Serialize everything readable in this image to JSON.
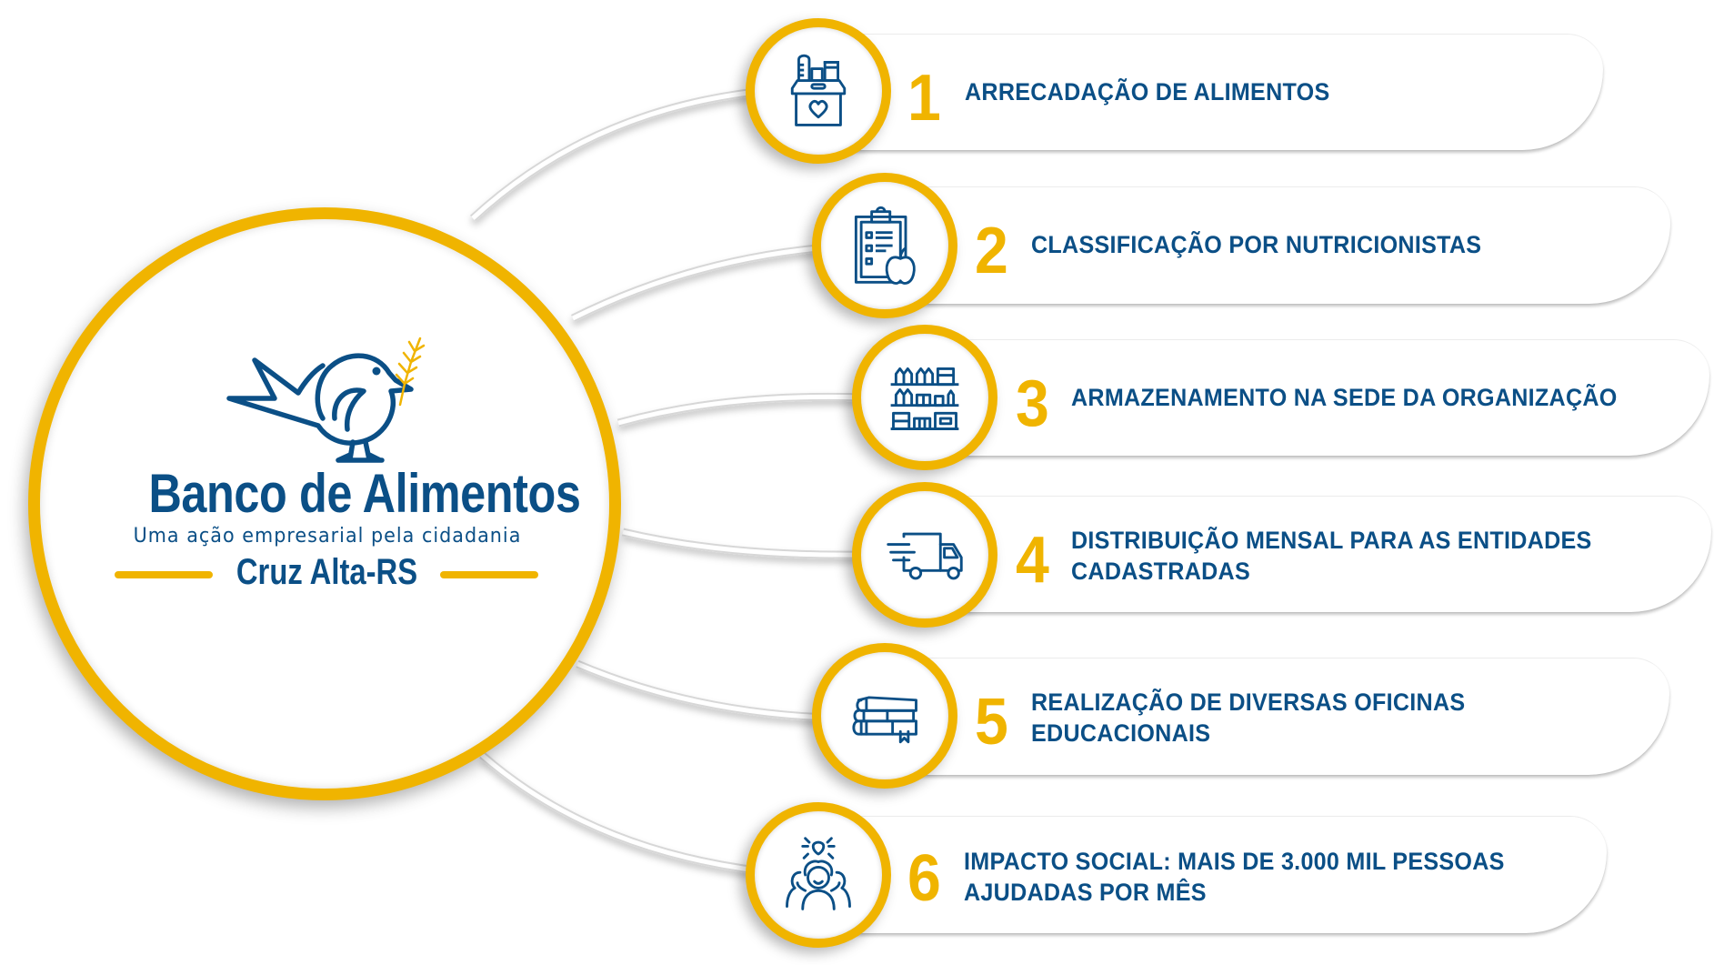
{
  "organization": {
    "name": "Banco de Alimentos",
    "tagline": "Uma ação empresarial pela cidadania",
    "location": "Cruz Alta-RS",
    "logo_icon": "bird-with-wheat-icon"
  },
  "colors": {
    "accent_yellow": "#F0B400",
    "brand_blue": "#0B4F86",
    "background": "#FFFFFF",
    "connector": "#E6E6E6"
  },
  "steps": [
    {
      "number": "1",
      "label": "ARRECADAÇÃO DE ALIMENTOS",
      "icon": "donation-box-icon"
    },
    {
      "number": "2",
      "label": "CLASSIFICAÇÃO POR NUTRICIONISTAS",
      "icon": "clipboard-apple-icon"
    },
    {
      "number": "3",
      "label": "ARMAZENAMENTO NA SEDE DA ORGANIZAÇÃO",
      "icon": "storage-shelves-icon"
    },
    {
      "number": "4",
      "label": "DISTRIBUIÇÃO MENSAL PARA AS ENTIDADES\nCADASTRADAS",
      "icon": "delivery-truck-icon"
    },
    {
      "number": "5",
      "label": "REALIZAÇÃO DE DIVERSAS OFICINAS\nEDUCACIONAIS",
      "icon": "books-icon"
    },
    {
      "number": "6",
      "label": "IMPACTO SOCIAL: MAIS DE 3.000 MIL PESSOAS\nAJUDADAS POR MÊS",
      "icon": "people-group-icon"
    }
  ]
}
